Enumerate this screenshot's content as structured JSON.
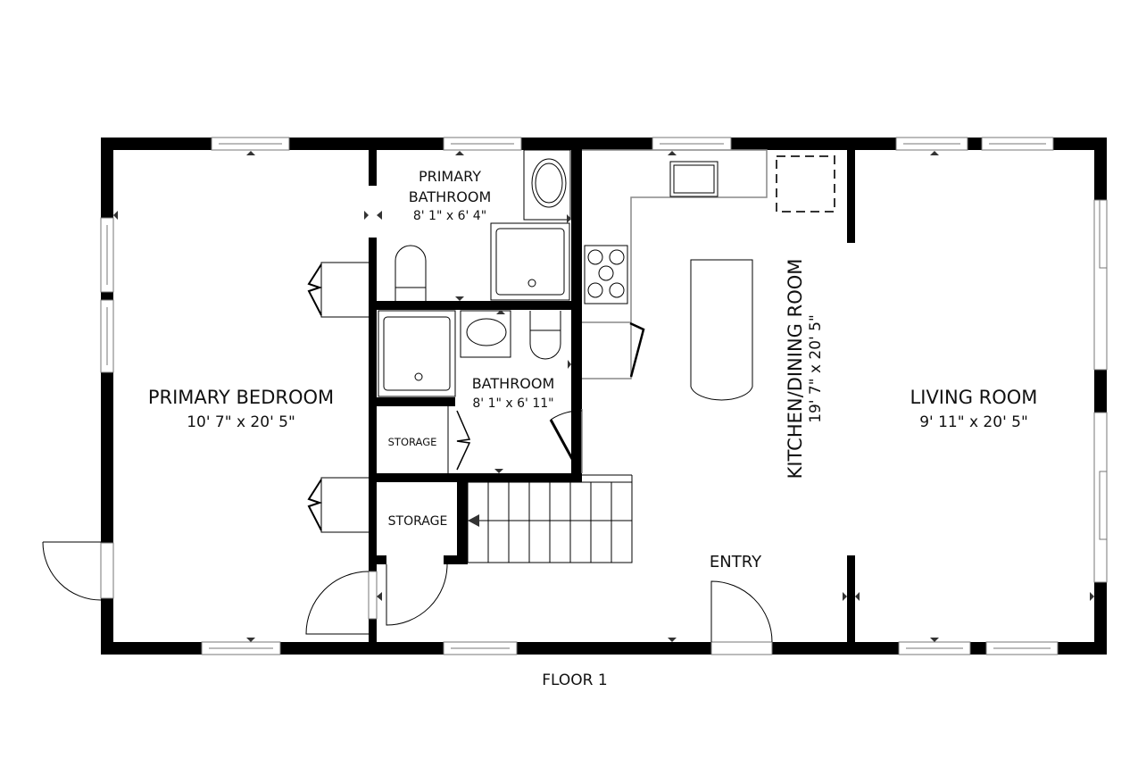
{
  "floor_label": "FLOOR 1",
  "rooms": {
    "primary_bedroom": {
      "name": "PRIMARY BEDROOM",
      "dims": "10' 7\" x 20' 5\""
    },
    "primary_bathroom": {
      "name_line1": "PRIMARY",
      "name_line2": "BATHROOM",
      "dims": "8' 1\" x 6' 4\""
    },
    "bathroom": {
      "name": "BATHROOM",
      "dims": "8' 1\" x 6' 11\""
    },
    "storage_upper": {
      "name": "STORAGE"
    },
    "storage_lower": {
      "name": "STORAGE"
    },
    "kitchen_dining": {
      "name": "KITCHEN/DINING ROOM",
      "dims": "19' 7\" x 20' 5\""
    },
    "living_room": {
      "name": "LIVING ROOM",
      "dims": "9' 11\" x 20' 5\""
    },
    "entry": {
      "name": "ENTRY"
    }
  },
  "colors": {
    "wall": "#000000",
    "background": "#ffffff",
    "fixture": "#000000",
    "window_frame": "#777777"
  }
}
